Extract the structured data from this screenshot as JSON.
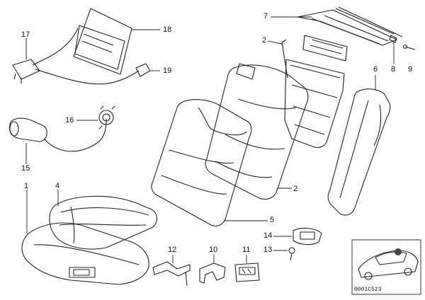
{
  "diagram_code": "0001C523",
  "callouts": {
    "c1": "1",
    "c2a": "2",
    "c2b": "2",
    "c4": "4",
    "c5": "5",
    "c6": "6",
    "c7": "7",
    "c8": "8",
    "c9": "9",
    "c10": "10",
    "c11": "11",
    "c12": "12",
    "c13": "13",
    "c14": "14",
    "c15": "15",
    "c16": "16",
    "c17": "17",
    "c18": "18",
    "c19": "19"
  }
}
